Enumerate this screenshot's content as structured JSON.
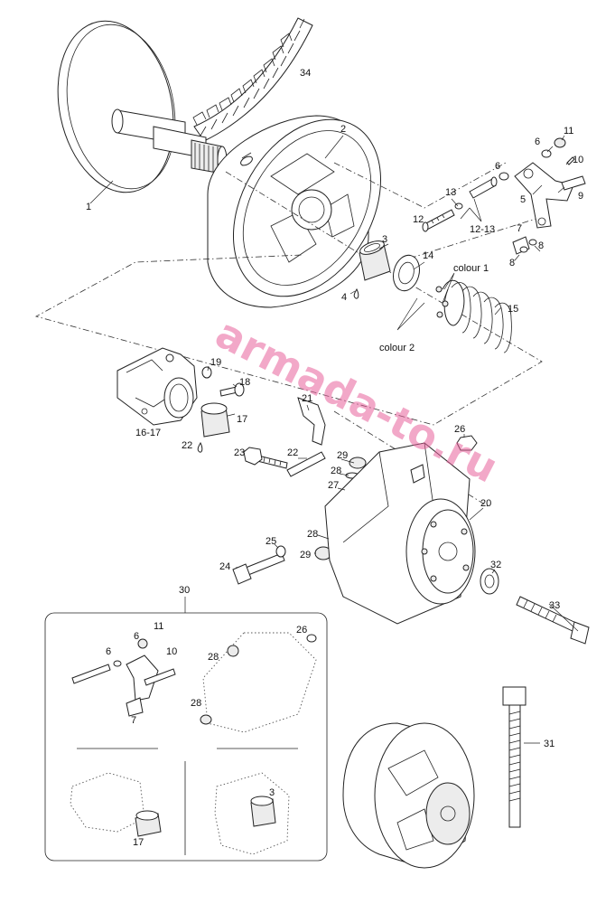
{
  "watermark": "armada-to.ru",
  "callouts": {
    "c1": "1",
    "c2": "2",
    "c3": "3",
    "c4": "4",
    "c5": "5",
    "c6a": "6",
    "c6b": "6",
    "c7": "7",
    "c8a": "8",
    "c8b": "8",
    "c9": "9",
    "c10": "10",
    "c11": "11",
    "c12": "12",
    "c13": "13",
    "c12_13": "12-13",
    "c14": "14",
    "c15": "15",
    "colour1": "colour 1",
    "colour2": "colour 2",
    "c16_17": "16-17",
    "c17": "17",
    "c18": "18",
    "c19": "19",
    "c20": "20",
    "c21": "21",
    "c22a": "22",
    "c22b": "22",
    "c23": "23",
    "c24": "24",
    "c25": "25",
    "c26": "26",
    "c27": "27",
    "c28a": "28",
    "c28b": "28",
    "c29a": "29",
    "c29b": "29",
    "c30": "30",
    "c31": "31",
    "c32": "32",
    "c33": "33",
    "c34": "34"
  },
  "kit_callouts": {
    "k11": "11",
    "k6a": "6",
    "k6b": "6",
    "k10": "10",
    "k7": "7",
    "k26": "26",
    "k28a": "28",
    "k28b": "28",
    "k17": "17",
    "k3": "3"
  }
}
